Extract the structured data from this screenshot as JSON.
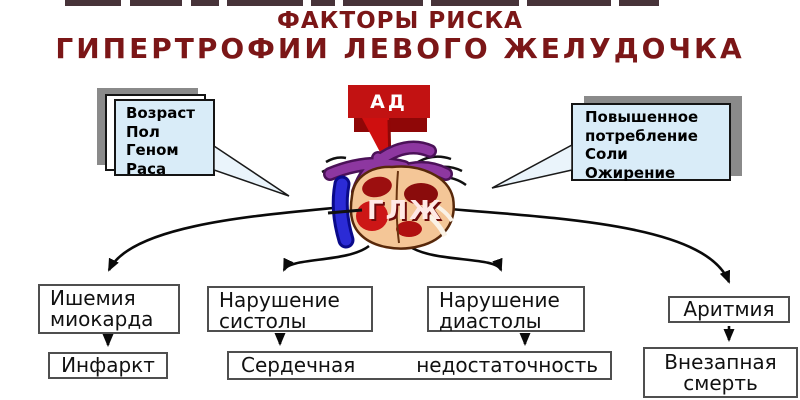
{
  "header": {
    "title_line1": "ФАКТОРЫ РИСКА",
    "title_line2": "ГИПЕРТРОФИИ ЛЕВОГО ЖЕЛУДОЧКА"
  },
  "callout_left": {
    "text": "Возраст\nПол\nГеном\nРаса"
  },
  "callout_right": {
    "text": "Повышенное\nпотребление\nСоли\nОжирение"
  },
  "center": {
    "pressure_label": "АД",
    "hypertrophy_label": "ГЛЖ"
  },
  "outcomes": {
    "ischemia": "Ишемия\nмиокарда",
    "infarct": "Инфаркт",
    "systole_disorder": "Нарушение\nсистолы",
    "diastole_disorder": "Нарушение\nдиастолы",
    "heart_failure_word1": "Сердечная",
    "heart_failure_word2": "недостаточность",
    "arrhythmia": "Аритмия",
    "sudden_death": "Внезапная\nсмерть"
  },
  "colors": {
    "title": "#7b1617",
    "pressure_box": "#c21212",
    "pressure_box_shade": "#8f0707",
    "callout_bg": "#d9ecf8",
    "callout_shadow": "#8a8a8a",
    "flow_box_border": "#4f4f4f",
    "arrow": "#0a0a0a",
    "heart_body": "#f4c697",
    "heart_chambers": "#cc1616",
    "vessel_purple": "#8d37a0",
    "vessel_blue": "#2b2bd6"
  }
}
